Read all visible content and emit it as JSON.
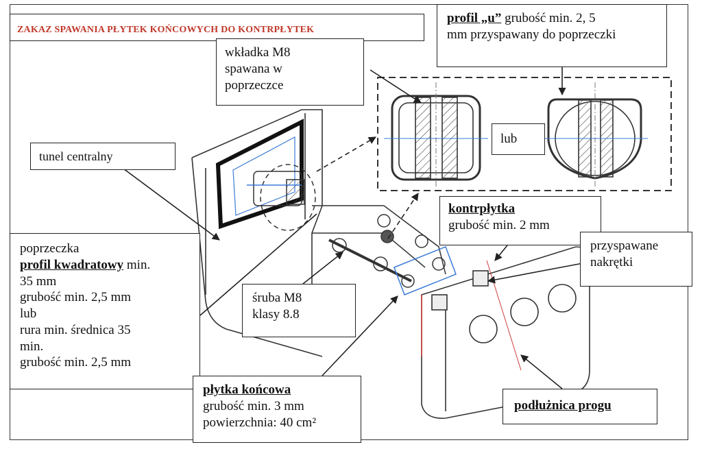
{
  "title": "ZAKAZ SPAWANIA PŁYTEK KOŃCOWYCH DO KONTRPŁYTEK",
  "labels": {
    "wkladka": [
      "wkładka M8",
      "spawana w",
      "poprzeczce"
    ],
    "profil_u": {
      "bold": "profil „u”",
      "line1_rest": " grubość min. 2, 5",
      "line2": "mm przyspawany do poprzeczki"
    },
    "tunel": "tunel centralny",
    "lub_small": "lub",
    "kontrplytka": {
      "bold": "kontrpłytka",
      "line2": "grubość min. 2 mm"
    },
    "nakretki": [
      "przyspawane",
      "nakrętki"
    ],
    "poprzeczka": {
      "line1": "poprzeczka",
      "bold": "profil kwadratowy",
      "line2_rest": " min.",
      "line3": "35 mm",
      "line4": "grubość min. 2,5 mm",
      "line5": "lub",
      "line6": "rura  min. średnica 35",
      "line7": "min.",
      "line8": "grubość min. 2,5 mm"
    },
    "sruba": [
      "śruba M8",
      "klasy 8.8"
    ],
    "plytka": {
      "bold": "płytka końcowa",
      "line2": "grubość min. 3 mm",
      "line3": "powierzchnia: 40 cm²"
    },
    "podluznica": "podłużnica progu"
  },
  "colors": {
    "title_red": "#c0392b",
    "drawing_blue": "#3a7bd5",
    "drawing_red": "#d04040",
    "ink": "#222222"
  }
}
